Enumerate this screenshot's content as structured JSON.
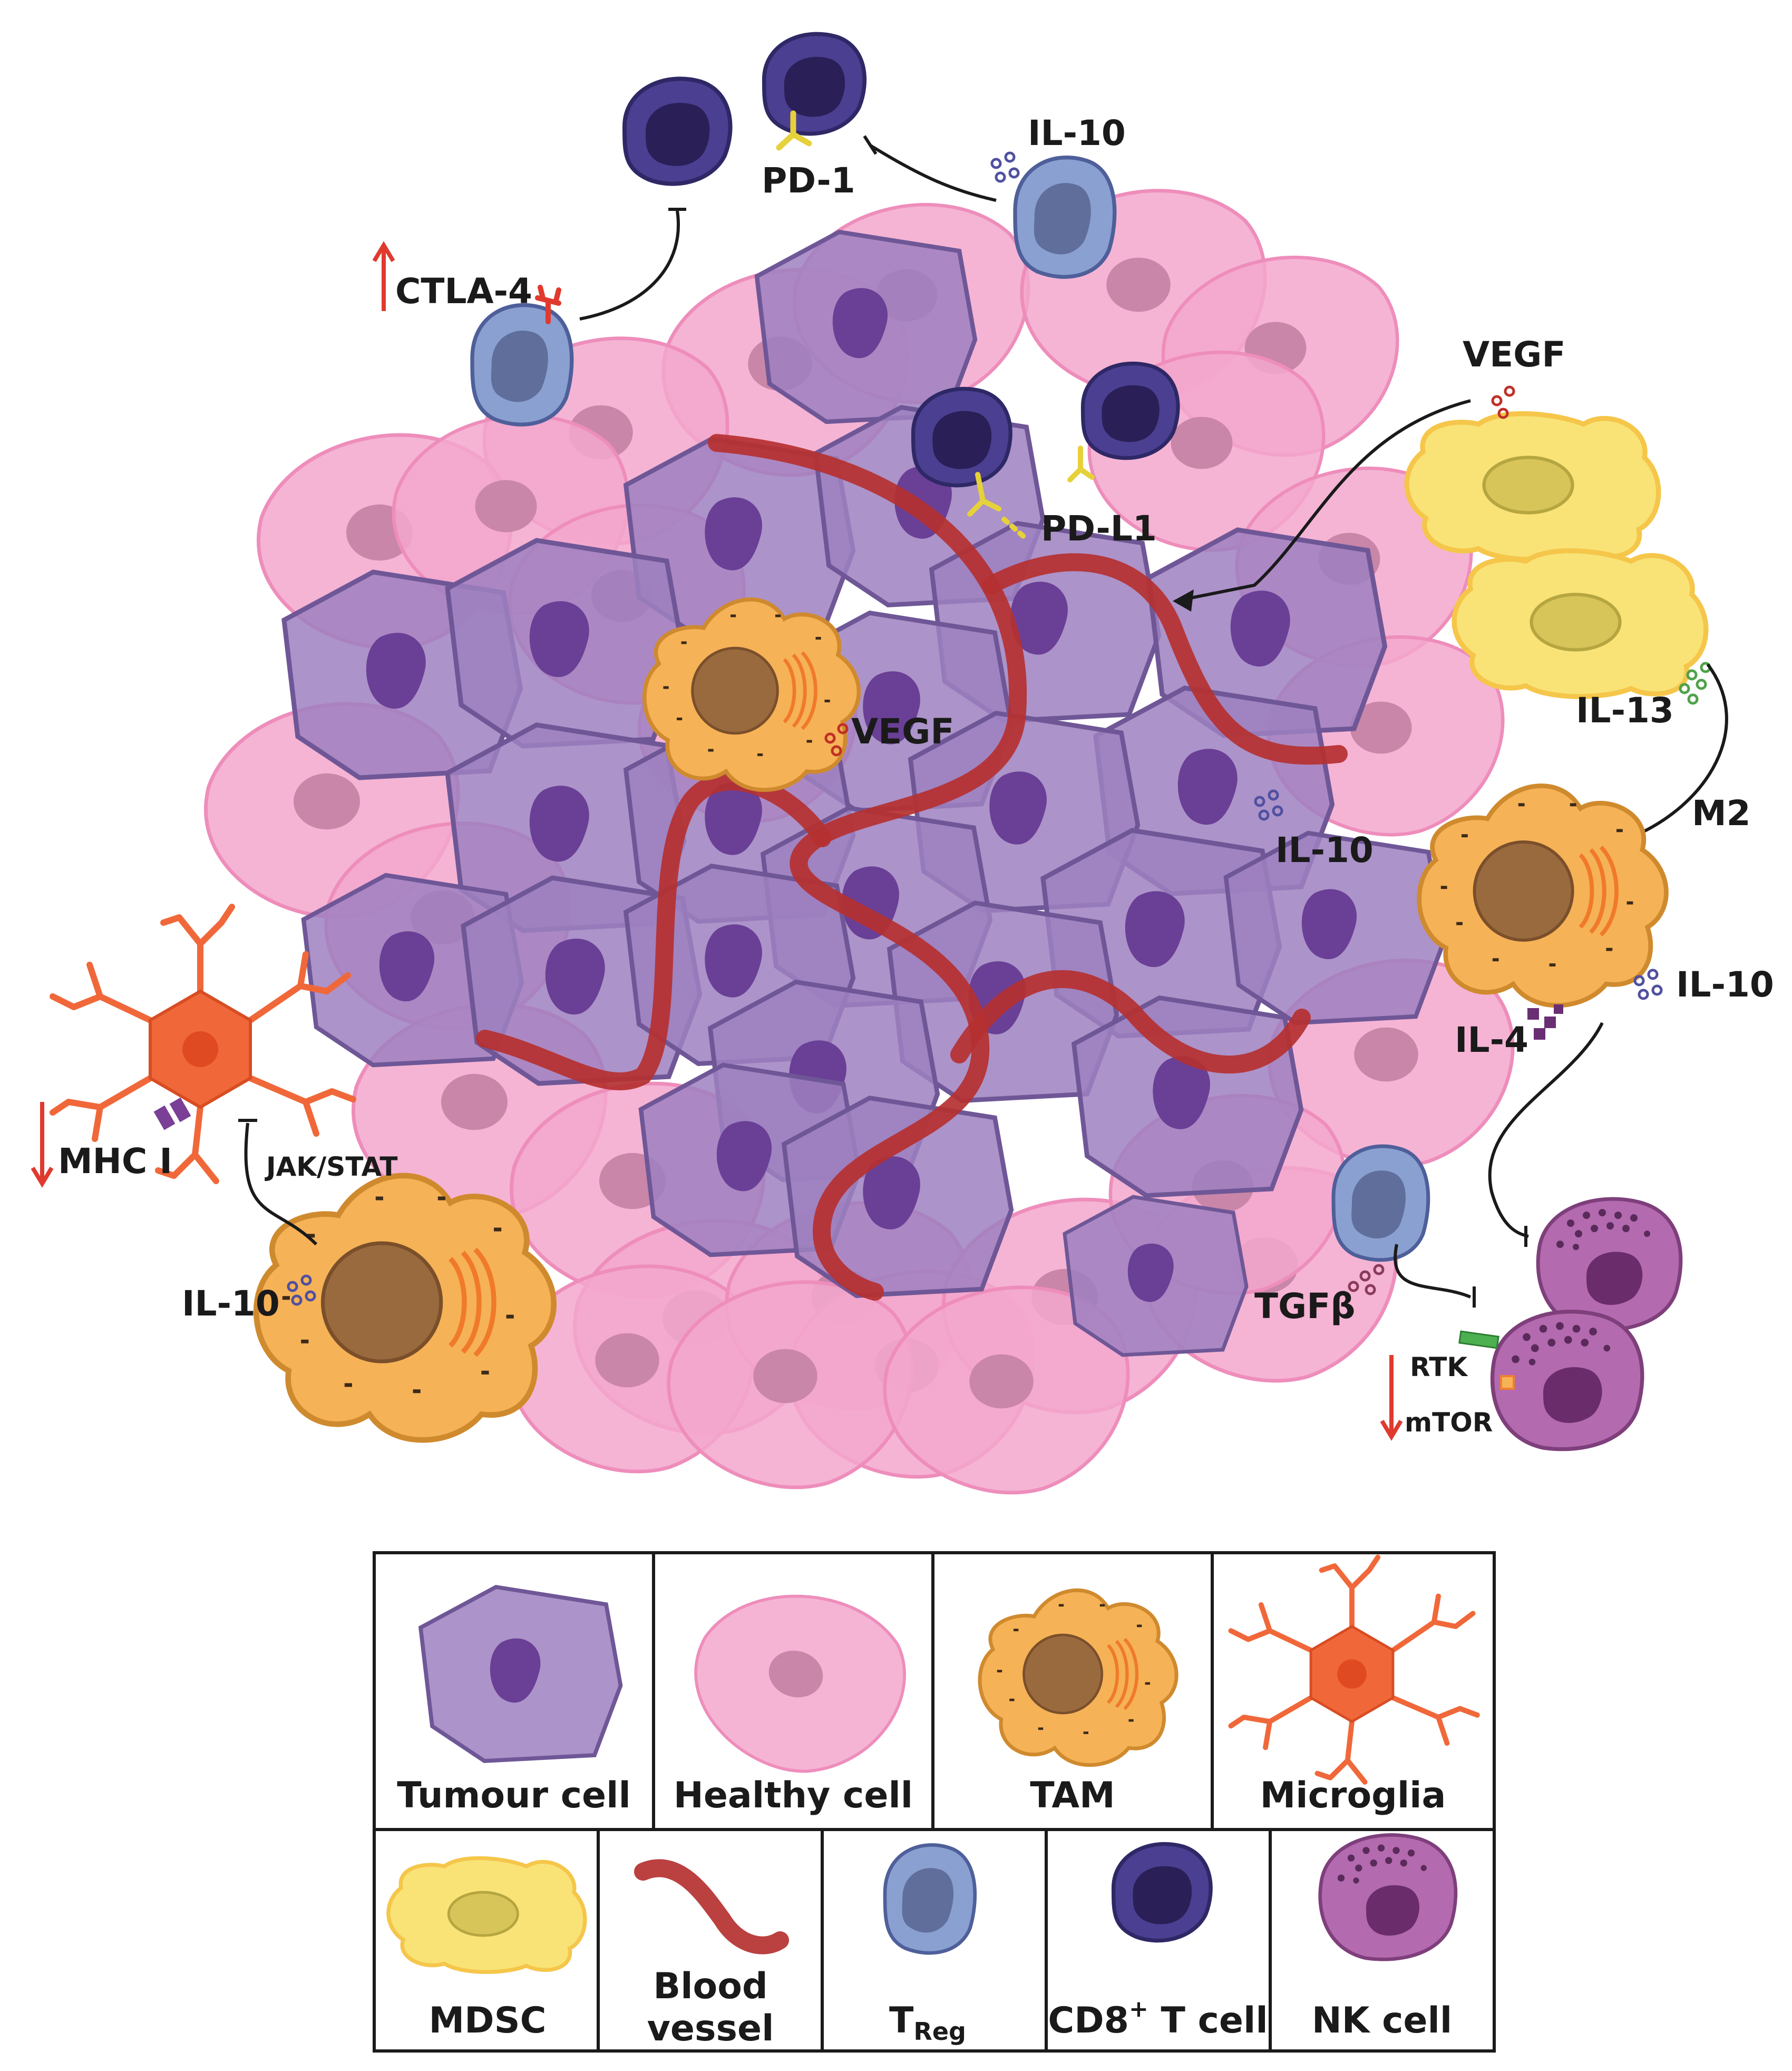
{
  "labels": {
    "il10_top": "IL-10",
    "pd1": "PD-1",
    "ctla4": "CTLA-4",
    "vegf_right": "VEGF",
    "pdl1": "PD-L1",
    "vegf_center": "VEGF",
    "il10_center": "IL-10",
    "il13": "IL-13",
    "m2": "M2",
    "il10_right": "IL-10",
    "il4": "IL-4",
    "mhc1": "MHC I",
    "jakstat": "JAK/STAT",
    "il10_left": "IL-10",
    "tgfb": "TGFβ",
    "rtk": "RTK",
    "mtor": "mTOR"
  },
  "legend": {
    "row1": [
      "Tumour cell",
      "Healthy cell",
      "TAM",
      "Microglia"
    ],
    "mdsc": "MDSC",
    "blood_line1": "Blood",
    "blood_line2": "vessel",
    "treg_main": "T",
    "treg_sub": "Reg",
    "cd8_main": "CD8",
    "cd8_sup": "+",
    "cd8_rest": " T cell",
    "nk": "NK cell"
  },
  "colors": {
    "tumour": "#9d80bf",
    "healthy": "#f3a7cc",
    "tam": "#f6b257",
    "microglia": "#f0683a",
    "mdsc": "#f9e377",
    "vessel": "#b53030",
    "treg": "#8aa0d1",
    "cd8": "#4b3f91",
    "nk": "#b36aaf",
    "up_down_arrow": "#e03a2f"
  }
}
